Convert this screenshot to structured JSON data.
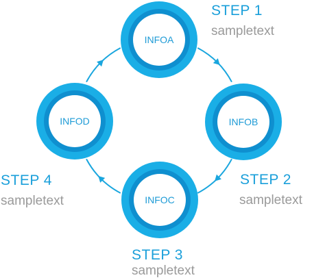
{
  "colors": {
    "ring_outer": "#1aaee6",
    "ring_inner": "#0f8fcf",
    "connector": "#1aa6de",
    "node_text": "#1e9bd6",
    "step_title": "#1a9fda",
    "step_text": "#9a9a9a"
  },
  "nodes": [
    {
      "label": "INFOA"
    },
    {
      "label": "INFOB"
    },
    {
      "label": "INFOC"
    },
    {
      "label": "INFOD"
    }
  ],
  "steps": [
    {
      "title": "STEP 1",
      "text": "sampletext"
    },
    {
      "title": "STEP 2",
      "text": "sampletext"
    },
    {
      "title": "STEP 3",
      "text": "sampletext"
    },
    {
      "title": "STEP 4",
      "text": "sampletext"
    }
  ]
}
